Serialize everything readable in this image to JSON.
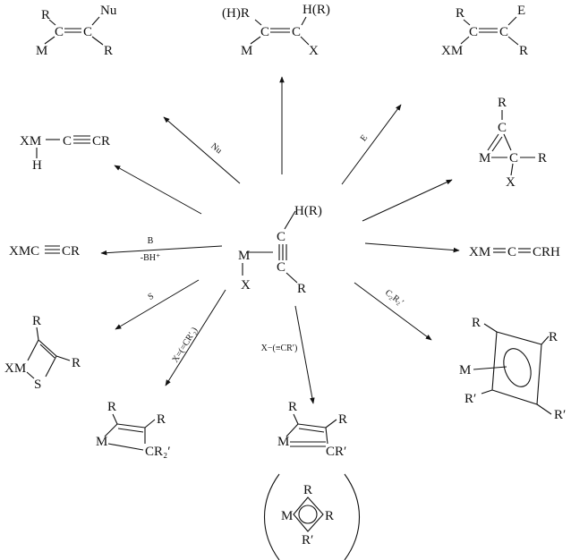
{
  "center": {
    "atoms": [
      "M",
      "X",
      "C",
      "C",
      "H(R)",
      "R"
    ]
  },
  "reagents": {
    "nu": "Nu",
    "e": "E",
    "b_top": "B",
    "b_bottom": "-BH⁺",
    "s": "S",
    "c2r2": "C₂R₂′",
    "xcr2": "X=(=CR′₂)",
    "xcr": "X−(≡CR′)"
  },
  "products": {
    "top_left": [
      "R",
      "Nu",
      "M",
      "C",
      "C",
      "R"
    ],
    "top_center": [
      "(H)R",
      "H(R)",
      "M",
      "C",
      "C",
      "X"
    ],
    "top_right": [
      "R",
      "E",
      "XM",
      "C",
      "C",
      "R"
    ],
    "left_upper": [
      "XM",
      "C",
      "CR",
      "H"
    ],
    "right_upper": [
      "R",
      "C",
      "M",
      "C",
      "R",
      "X"
    ],
    "left_middle": [
      "XMC",
      "CR"
    ],
    "right_middle": [
      "XM",
      "C",
      "CRH"
    ],
    "left_lower": [
      "R",
      "XM",
      "R",
      "S"
    ],
    "right_lower": [
      "R",
      "R",
      "M",
      "R′",
      "R′"
    ],
    "bottom_left": [
      "R",
      "R",
      "M",
      "CR₂′"
    ],
    "bottom_center": [
      "R",
      "R",
      "M",
      "CR′"
    ],
    "bottom_paren": [
      "R",
      "M",
      "R",
      "R′"
    ]
  }
}
